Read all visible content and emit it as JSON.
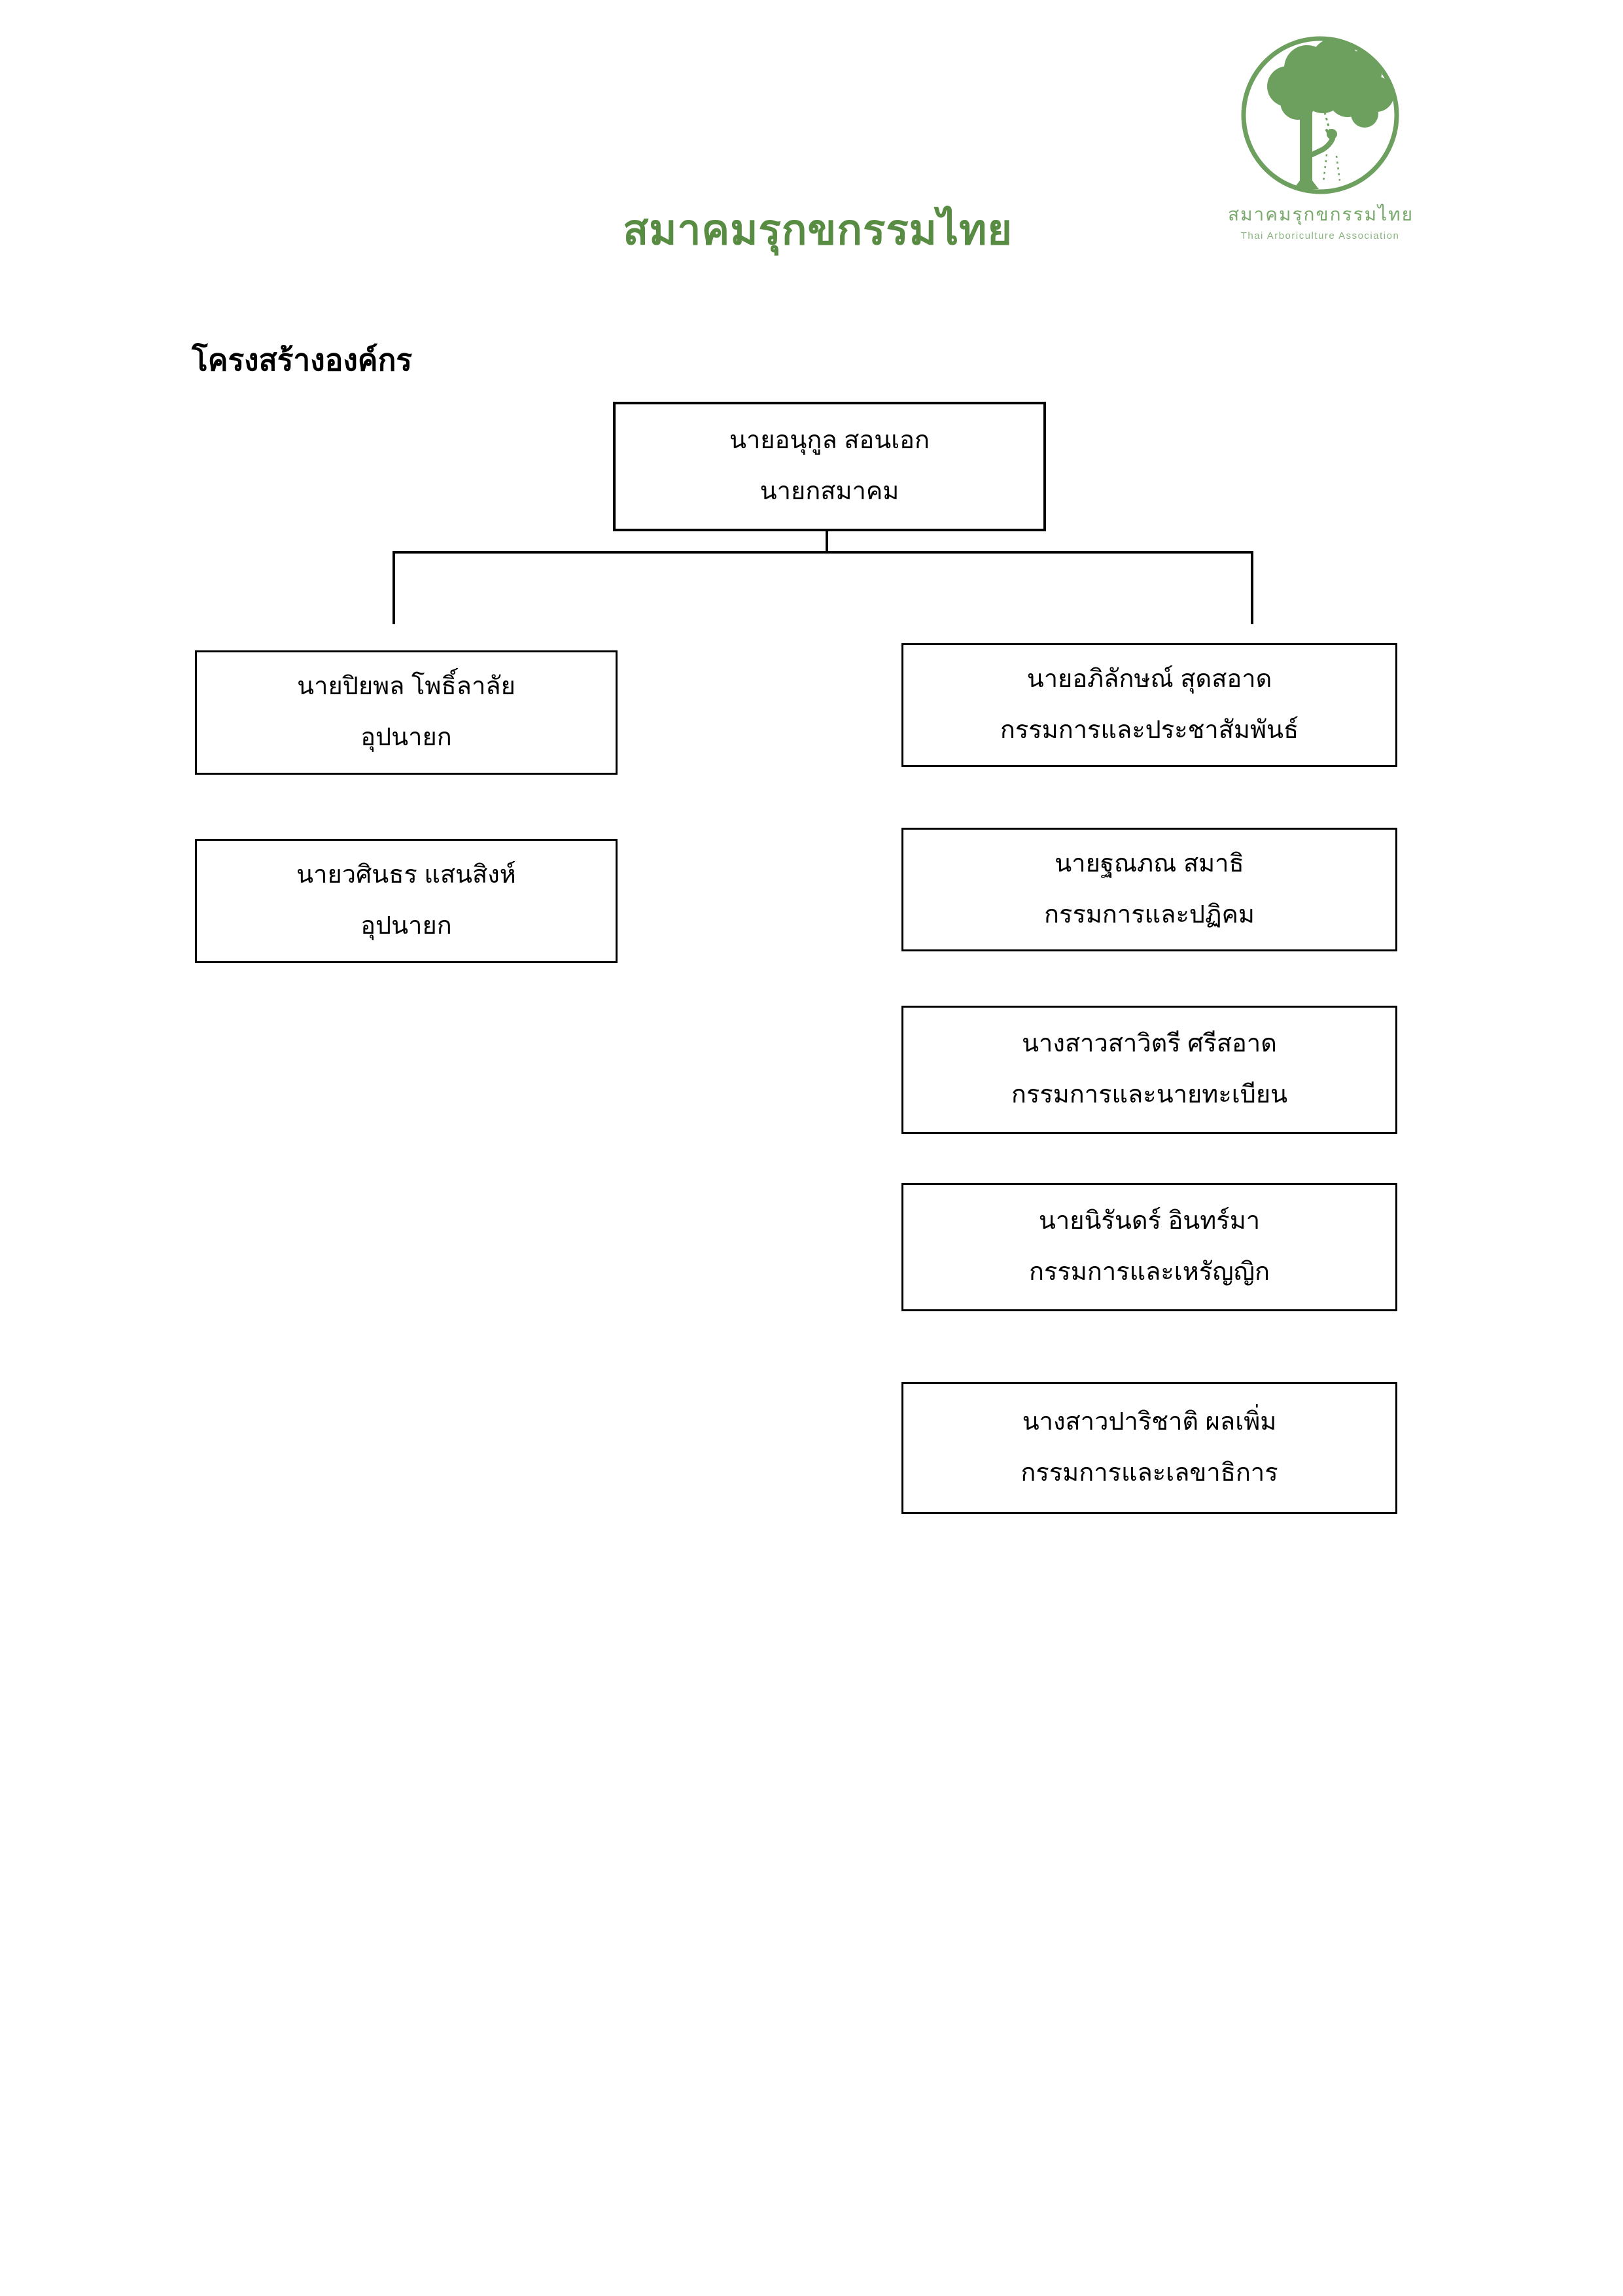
{
  "title": {
    "text": "สมาคมรุกขกรรมไทย",
    "color": "#588C42"
  },
  "section_heading": "โครงสร้างองค์กร",
  "logo": {
    "thai_name": "สมาคมรุกขกรรมไทย",
    "english_name": "Thai Arboriculture Association",
    "green": "#6DA05F",
    "caption_green": "#79A96D"
  },
  "org_chart": {
    "root": {
      "name": "นายอนุกูล สอนเอก",
      "role": "นายกสมาคม"
    },
    "left_column": [
      {
        "name": "นายปิยพล โพธิ์ลาลัย",
        "role": "อุปนายก"
      },
      {
        "name": "นายวศินธร แสนสิงห์",
        "role": "อุปนายก"
      }
    ],
    "right_column": [
      {
        "name": "นายอภิลักษณ์ สุดสอาด",
        "role": "กรรมการและประชาสัมพันธ์"
      },
      {
        "name": "นายฐณภณ สมาธิ",
        "role": "กรรมการและปฏิคม"
      },
      {
        "name": "นางสาวสาวิตรี ศรีสอาด",
        "role": "กรรมการและนายทะเบียน"
      },
      {
        "name": "นายนิรันดร์ อินทร์มา",
        "role": "กรรมการและเหรัญญิก"
      },
      {
        "name": "นางสาวปาริชาติ ผลเพิ่ม",
        "role": "กรรมการและเลขาธิการ"
      }
    ]
  }
}
